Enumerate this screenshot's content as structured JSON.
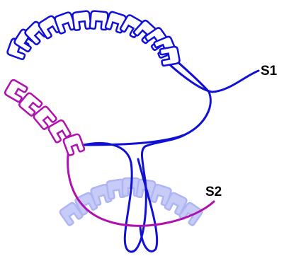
{
  "labels": {
    "s1": "S1",
    "s2": "S2"
  },
  "colors": {
    "strand_blue": "#1111d6",
    "strand_magenta": "#b012b0",
    "ghost_fill": "#9aa2f2",
    "ghost_stroke": "#6f79ea",
    "background": "#ffffff"
  },
  "blue_beads": 13,
  "magenta_beads": 5,
  "ghost_beads": 9
}
